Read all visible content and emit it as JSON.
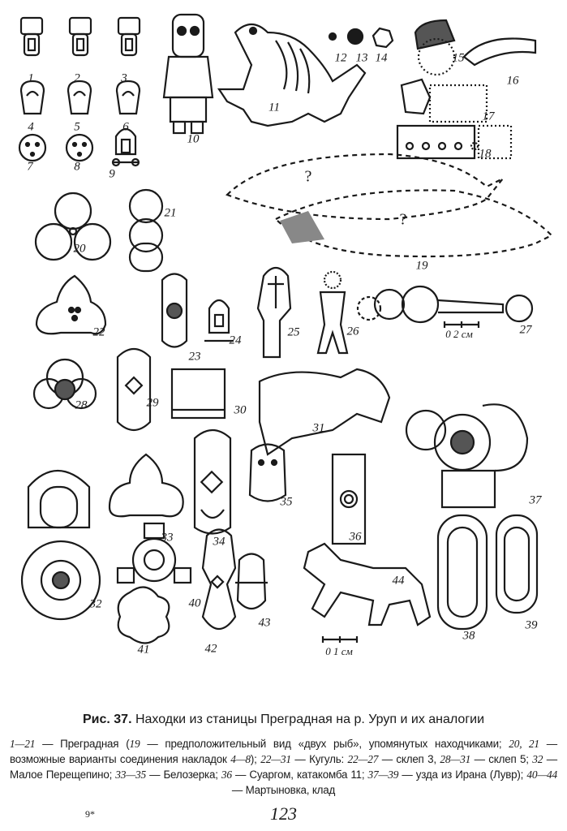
{
  "figure": {
    "labels": [
      "1",
      "2",
      "3",
      "4",
      "5",
      "6",
      "7",
      "8",
      "9",
      "10",
      "11",
      "12",
      "13",
      "14",
      "15",
      "16",
      "17",
      "18",
      "19",
      "20",
      "21",
      "22",
      "23",
      "24",
      "25",
      "26",
      "27",
      "28",
      "29",
      "30",
      "31",
      "32",
      "33",
      "34",
      "35",
      "36",
      "37",
      "38",
      "39",
      "40",
      "41",
      "42",
      "43",
      "44"
    ],
    "question_marks": [
      "?",
      "?"
    ],
    "scale_27": "0  2 см",
    "scale_44": "0  1 см"
  },
  "caption": {
    "fig_number": "Рис. 37.",
    "title": "Находки из станицы Преградная на р. Уруп и их аналогии",
    "parts": [
      {
        "i": "1—21"
      },
      {
        "t": " — Преградная ("
      },
      {
        "i": "19"
      },
      {
        "t": " — предположительный вид «двух рыб», упомянутых находчиками; "
      },
      {
        "i": "20, 21"
      },
      {
        "t": " — возможные варианты соединения накладок "
      },
      {
        "i": "4—8"
      },
      {
        "t": "); "
      },
      {
        "i": "22—31"
      },
      {
        "t": " — Кугуль: "
      },
      {
        "i": "22—27"
      },
      {
        "t": " — склеп 3, "
      },
      {
        "i": "28—31"
      },
      {
        "t": " — склеп 5; "
      },
      {
        "i": "32"
      },
      {
        "t": " — Малое Перещепино; "
      },
      {
        "i": "33—35"
      },
      {
        "t": " — Белозерка; "
      },
      {
        "i": "36"
      },
      {
        "t": " — Суаргом, катакомба 11; "
      },
      {
        "i": "37—39"
      },
      {
        "t": " — узда из Ирана (Лувр); "
      },
      {
        "i": "40—44"
      },
      {
        "t": " — Мартыновка, клад"
      }
    ]
  },
  "footer": {
    "signature": "9*",
    "page_number": "123"
  }
}
